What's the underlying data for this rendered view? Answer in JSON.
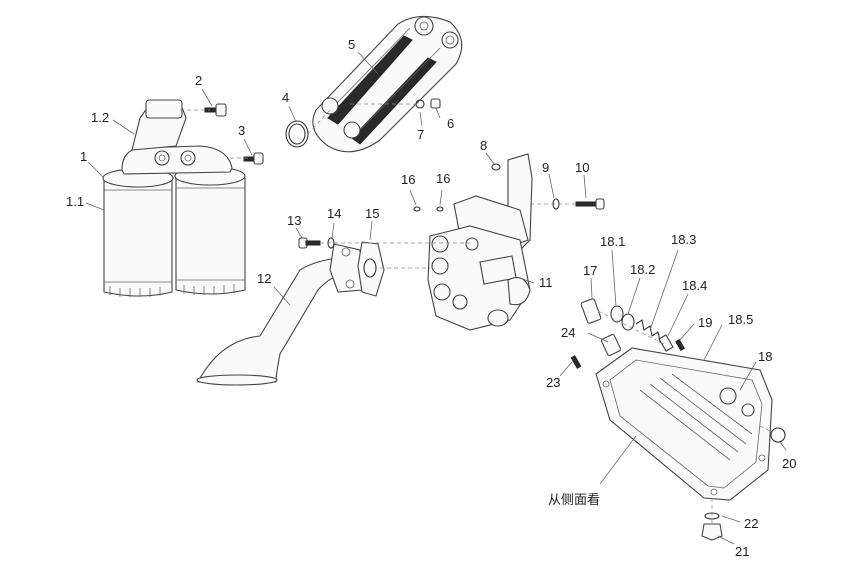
{
  "diagram": {
    "callouts": {
      "c1": "1",
      "c1_1": "1.1",
      "c1_2": "1.2",
      "c2": "2",
      "c3": "3",
      "c4": "4",
      "c5": "5",
      "c6": "6",
      "c7": "7",
      "c8": "8",
      "c9": "9",
      "c10": "10",
      "c11": "11",
      "c12": "12",
      "c13": "13",
      "c14": "14",
      "c15": "15",
      "c16a": "16",
      "c16b": "16",
      "c17": "17",
      "c18": "18",
      "c18_1": "18.1",
      "c18_2": "18.2",
      "c18_3": "18.3",
      "c18_4": "18.4",
      "c18_5": "18.5",
      "c19": "19",
      "c20": "20",
      "c21": "21",
      "c22": "22",
      "c23": "23",
      "c24": "24"
    },
    "side_view_note": "从侧面看"
  }
}
